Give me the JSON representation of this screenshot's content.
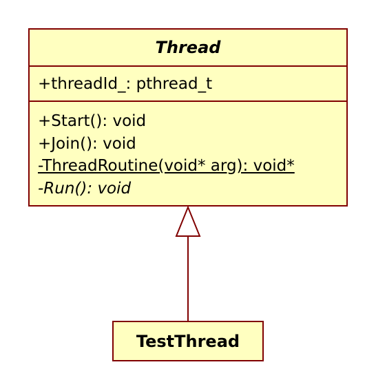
{
  "colors": {
    "class_fill": "#ffffc0",
    "class_border": "#800000",
    "text": "#000000"
  },
  "thread": {
    "name": "Thread",
    "attributes": [
      "+threadId_: pthread_t"
    ],
    "operations": [
      {
        "text": "+Start(): void",
        "style": "normal"
      },
      {
        "text": "+Join(): void",
        "style": "normal"
      },
      {
        "text": "-ThreadRoutine(void* arg): void*",
        "style": "static"
      },
      {
        "text": "-Run(): void",
        "style": "abstract"
      }
    ]
  },
  "test_thread": {
    "name": "TestThread"
  },
  "relationship": {
    "type": "generalization",
    "from": "TestThread",
    "to": "Thread"
  }
}
